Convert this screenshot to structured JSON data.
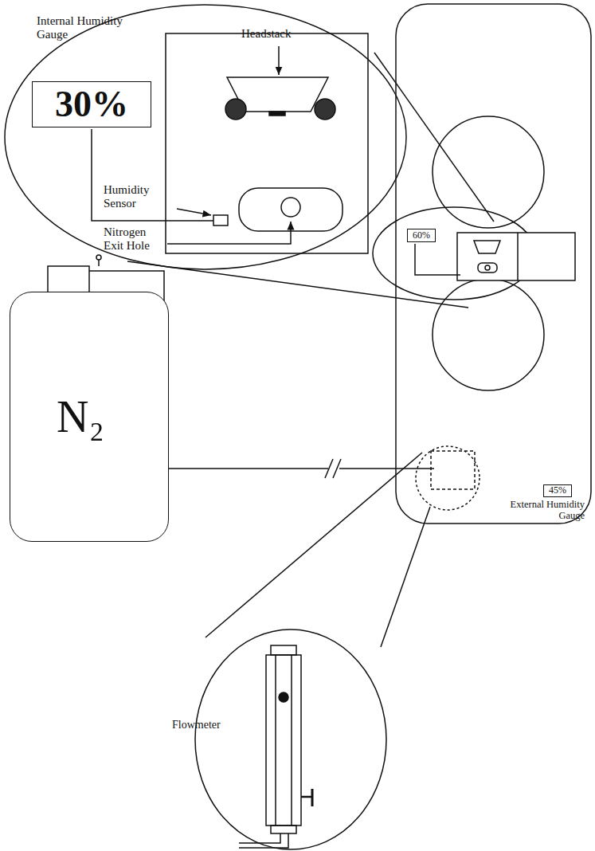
{
  "diagram": {
    "nodes": [
      {
        "text": [
          "Internal Humidity Gauge",
          "30%"
        ]
      },
      {
        "text": [
          "60%"
        ]
      },
      {
        "text": [
          "45%",
          "External Humidity Gauge"
        ]
      },
      {
        "text": [
          "N₂"
        ]
      }
    ],
    "labels": [
      "Headstack",
      "Humidity Sensor",
      "Nitrogen Exit Hole",
      "Flowmeter"
    ]
  }
}
